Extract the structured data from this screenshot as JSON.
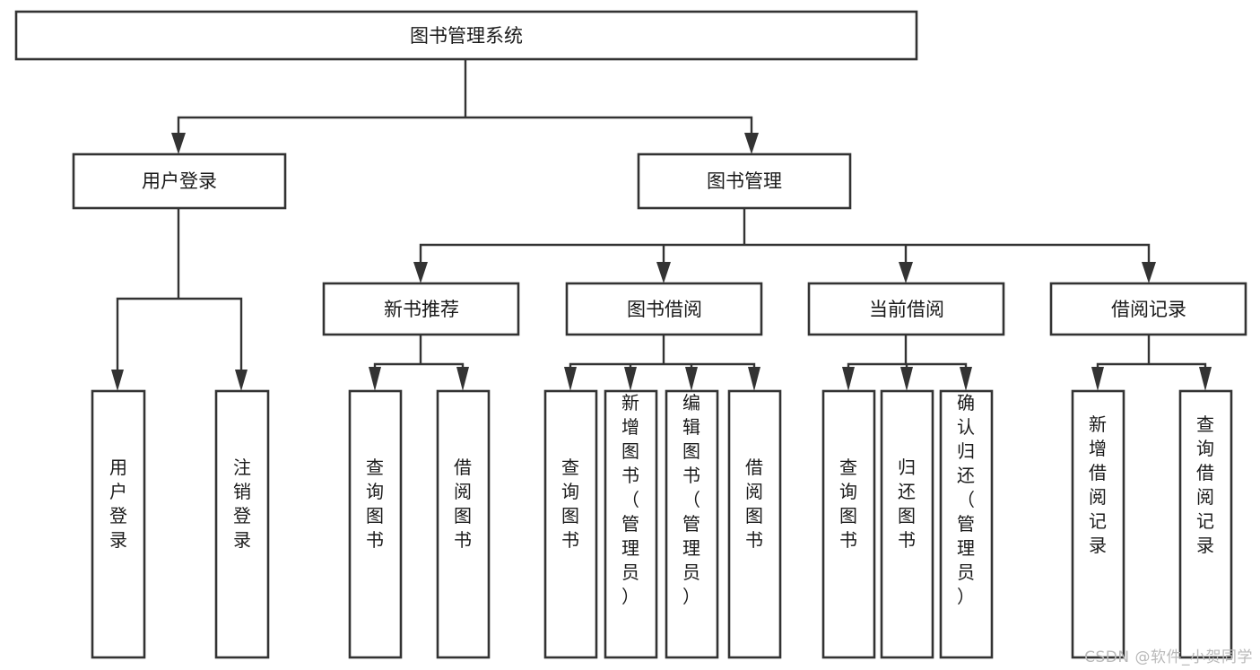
{
  "diagram": {
    "title": "图书管理系统",
    "type": "tree-hierarchy",
    "watermark": "CSDN @软件_小贺同学",
    "colors": {
      "box_stroke": "#333333",
      "box_fill": "#ffffff",
      "text": "#1a1a1a",
      "background": "#ffffff",
      "watermark": "#b9b9b9"
    },
    "root": {
      "id": "root",
      "label": "图书管理系统",
      "orientation": "horizontal"
    },
    "level1": [
      {
        "id": "user-login",
        "label": "用户登录",
        "orientation": "horizontal"
      },
      {
        "id": "book-management",
        "label": "图书管理",
        "orientation": "horizontal"
      }
    ],
    "level2": [
      {
        "id": "new-book-recommend",
        "label": "新书推荐",
        "parent": "book-management",
        "orientation": "horizontal"
      },
      {
        "id": "book-borrow",
        "label": "图书借阅",
        "parent": "book-management",
        "orientation": "horizontal"
      },
      {
        "id": "current-borrow",
        "label": "当前借阅",
        "parent": "book-management",
        "orientation": "horizontal"
      },
      {
        "id": "borrow-record",
        "label": "借阅记录",
        "parent": "book-management",
        "orientation": "horizontal"
      }
    ],
    "leaves": [
      {
        "id": "leaf-user-login",
        "label": "用户登录",
        "parent": "user-login",
        "orientation": "vertical"
      },
      {
        "id": "leaf-user-logout",
        "label": "注销登录",
        "parent": "user-login",
        "orientation": "vertical"
      },
      {
        "id": "leaf-query-book-1",
        "label": "查询图书",
        "parent": "new-book-recommend",
        "orientation": "vertical"
      },
      {
        "id": "leaf-borrow-book-1",
        "label": "借阅图书",
        "parent": "new-book-recommend",
        "orientation": "vertical"
      },
      {
        "id": "leaf-query-book-2",
        "label": "查询图书",
        "parent": "book-borrow",
        "orientation": "vertical"
      },
      {
        "id": "leaf-add-book",
        "label": "新增图书（管理员）",
        "parent": "book-borrow",
        "orientation": "vertical"
      },
      {
        "id": "leaf-edit-book",
        "label": "编辑图书（管理员）",
        "parent": "book-borrow",
        "orientation": "vertical"
      },
      {
        "id": "leaf-borrow-book-2",
        "label": "借阅图书",
        "parent": "book-borrow",
        "orientation": "vertical"
      },
      {
        "id": "leaf-query-book-3",
        "label": "查询图书",
        "parent": "current-borrow",
        "orientation": "vertical"
      },
      {
        "id": "leaf-return-book",
        "label": "归还图书",
        "parent": "current-borrow",
        "orientation": "vertical"
      },
      {
        "id": "leaf-confirm-return",
        "label": "确认归还（管理员）",
        "parent": "current-borrow",
        "orientation": "vertical"
      },
      {
        "id": "leaf-add-record",
        "label": "新增借阅记录",
        "parent": "borrow-record",
        "orientation": "vertical"
      },
      {
        "id": "leaf-query-record",
        "label": "查询借阅记录",
        "parent": "borrow-record",
        "orientation": "vertical"
      }
    ]
  }
}
